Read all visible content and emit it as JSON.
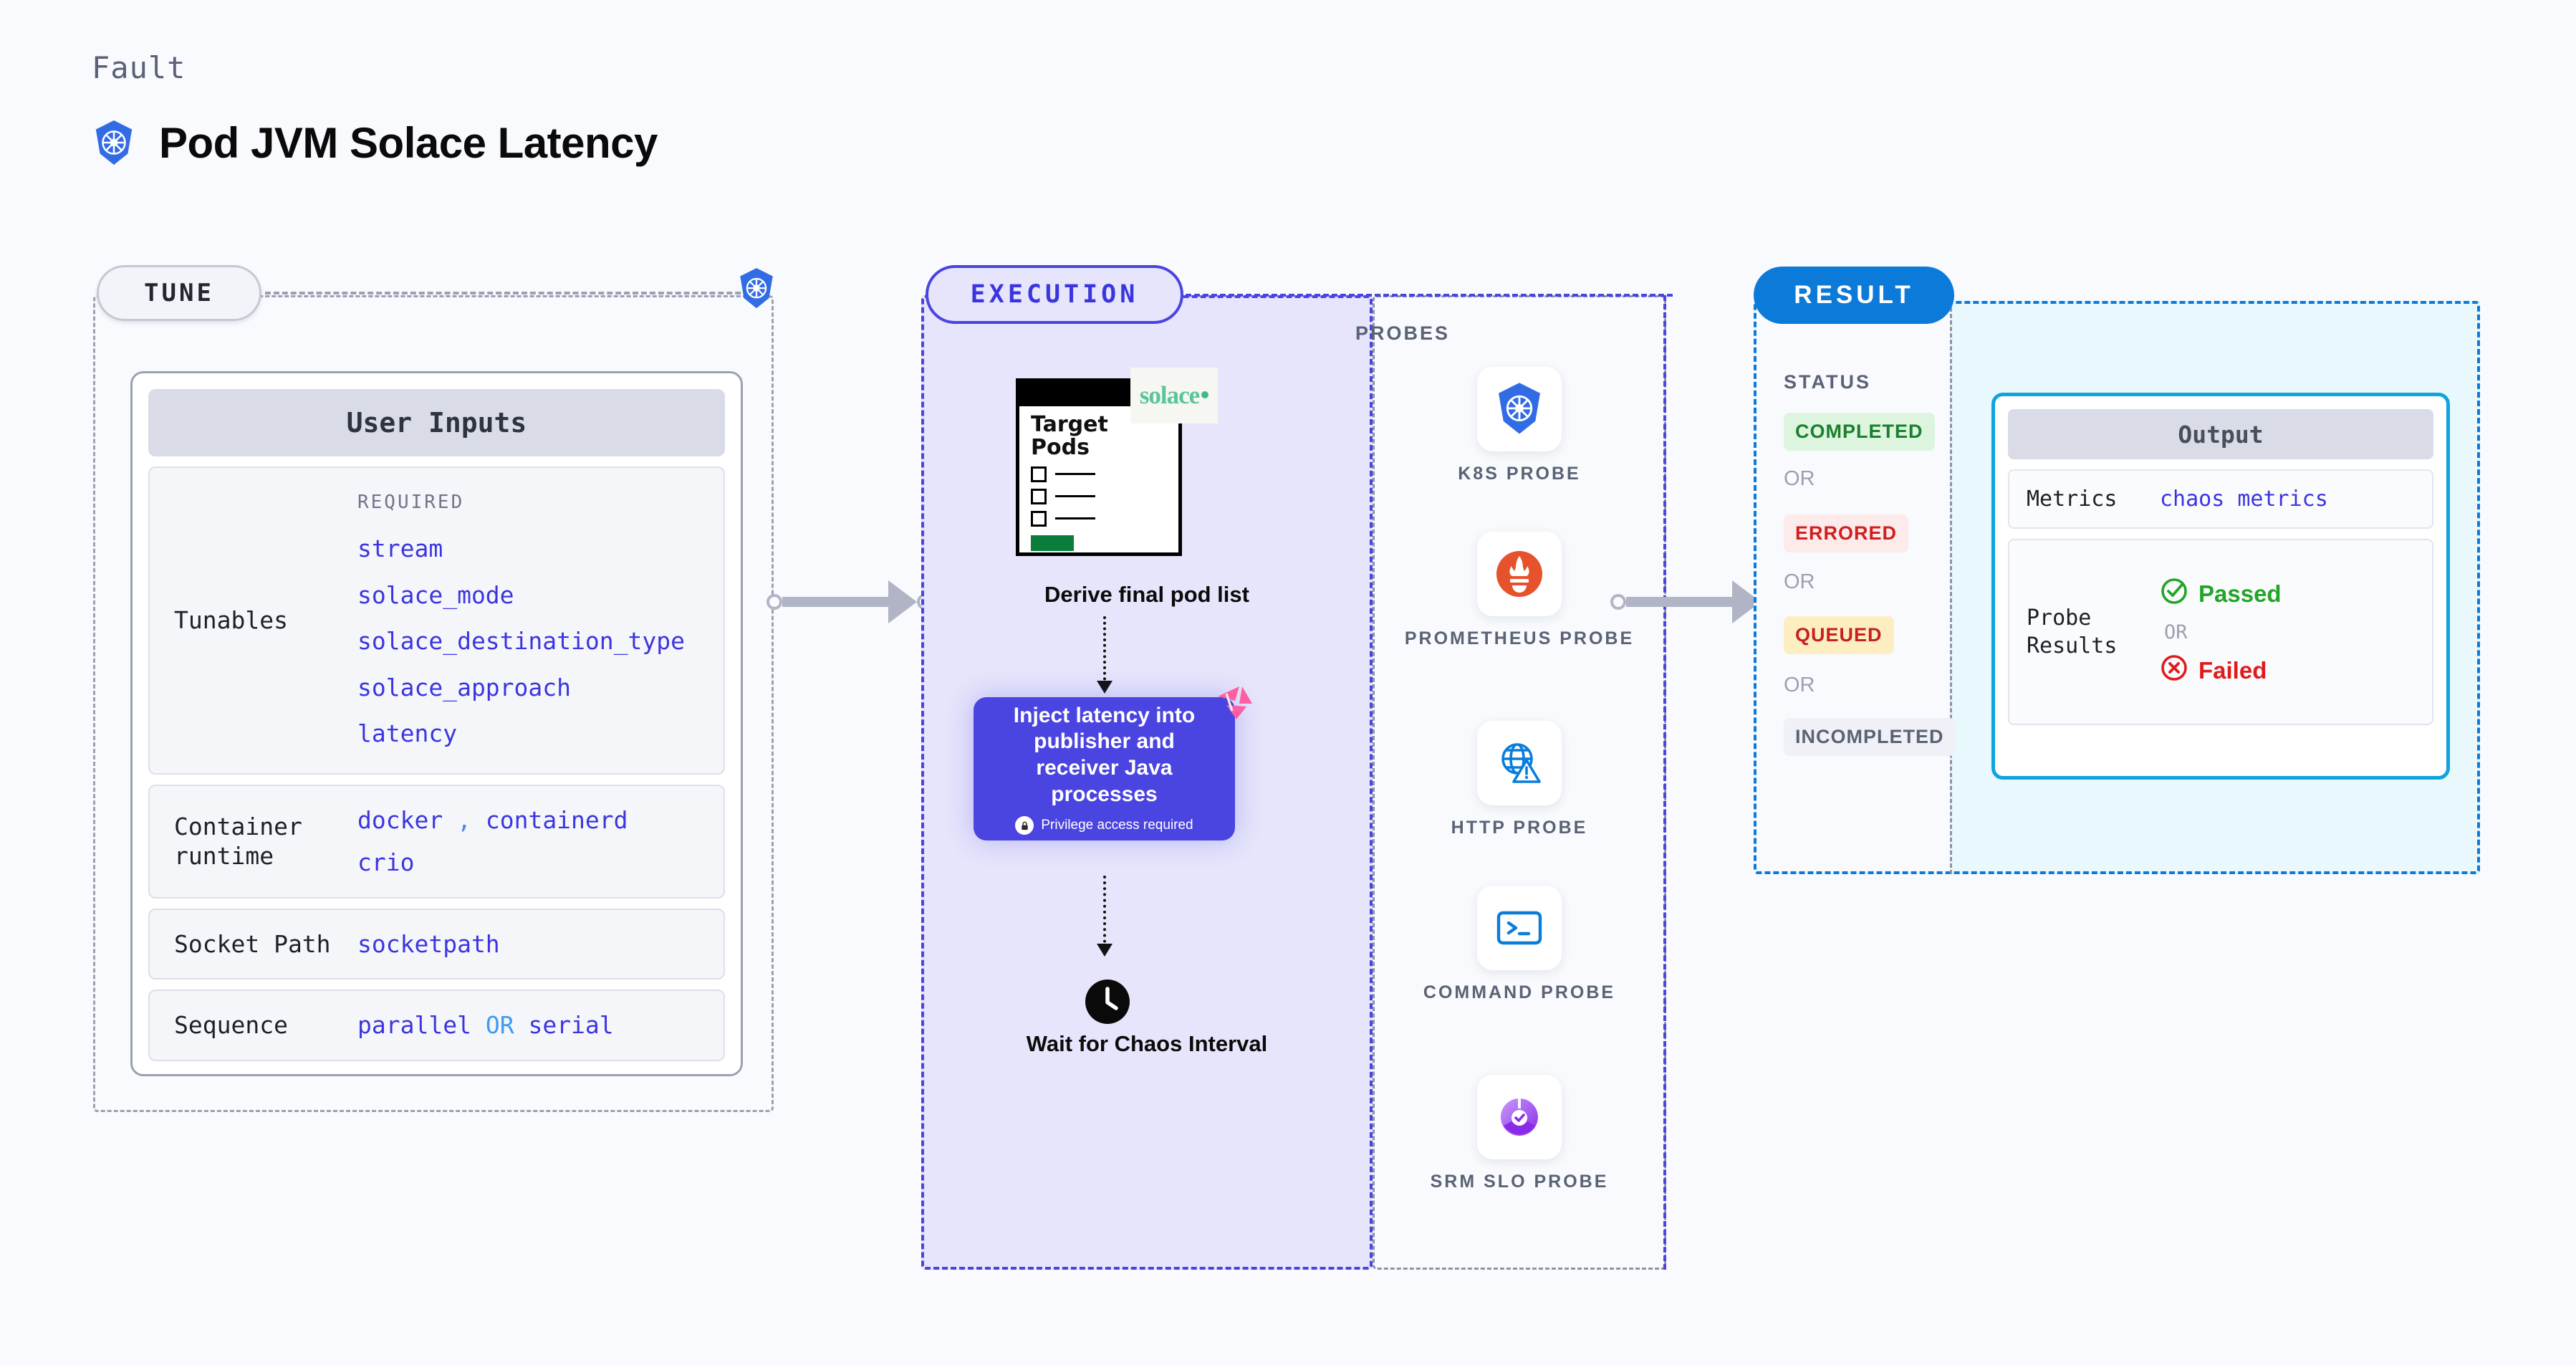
{
  "header": {
    "eyebrow": "Fault",
    "title": "Pod JVM Solace Latency",
    "icon": "kubernetes-icon"
  },
  "tune": {
    "chip_label": "TUNE",
    "badge_icon": "kubernetes-icon",
    "card_title": "User Inputs",
    "rows": [
      {
        "label": "Tunables",
        "required_tag": "REQUIRED",
        "values": [
          "stream",
          "solace_mode",
          "solace_destination_type",
          "solace_approach",
          "latency"
        ]
      },
      {
        "label": "Container runtime",
        "values": [
          "docker",
          "containerd",
          "crio"
        ],
        "separator": ","
      },
      {
        "label": "Socket Path",
        "values": [
          "socketpath"
        ]
      },
      {
        "label": "Sequence",
        "values": [
          "parallel",
          "serial"
        ],
        "separator": "OR"
      }
    ]
  },
  "execution": {
    "chip_label": "EXECUTION",
    "pod_doc": {
      "title_line1": "Target",
      "title_line2": "Pods",
      "logo_text": "solace",
      "checkbox_count": 3
    },
    "derive_label": "Derive final pod list",
    "inject": {
      "text": "Inject latency into publisher and receiver Java processes",
      "privilege_note": "Privilege access required",
      "lock_icon": "lock-icon",
      "corner_icon": "litmuschaos-icon"
    },
    "wait": {
      "icon": "clock-icon",
      "label": "Wait for Chaos Interval"
    }
  },
  "probes": {
    "section_label": "PROBES",
    "items": [
      {
        "name": "K8S PROBE",
        "icon": "kubernetes-icon"
      },
      {
        "name": "PROMETHEUS PROBE",
        "icon": "prometheus-icon"
      },
      {
        "name": "HTTP PROBE",
        "icon": "http-globe-warning-icon"
      },
      {
        "name": "COMMAND PROBE",
        "icon": "terminal-icon"
      },
      {
        "name": "SRM SLO PROBE",
        "icon": "srm-slo-icon"
      }
    ]
  },
  "result": {
    "chip_label": "RESULT",
    "status_label": "STATUS",
    "or_label": "OR",
    "statuses": [
      {
        "label": "COMPLETED",
        "color": "#1a7f2e",
        "bg": "#ddf5de"
      },
      {
        "label": "ERRORED",
        "color": "#d01f1f",
        "bg": "#fdeaea"
      },
      {
        "label": "QUEUED",
        "color": "#c62020",
        "bg": "#fdeec2"
      },
      {
        "label": "INCOMPLETED",
        "color": "#5a6275",
        "bg": "#f0f1f6"
      }
    ],
    "output": {
      "title": "Output",
      "metrics_label": "Metrics",
      "metrics_value": "chaos metrics",
      "probe_results_label": "Probe Results",
      "passed_label": "Passed",
      "failed_label": "Failed",
      "or_label": "OR",
      "passed_icon": "check-circle-icon",
      "failed_icon": "x-circle-icon"
    }
  },
  "colors": {
    "accent_purple": "#4a44e0",
    "accent_blue": "#0b7ad8",
    "accent_cyan": "#0fa3e0",
    "code_blue": "#3b35e0",
    "muted": "#5a6275",
    "green": "#1a7f2e",
    "red": "#d01f1f"
  }
}
